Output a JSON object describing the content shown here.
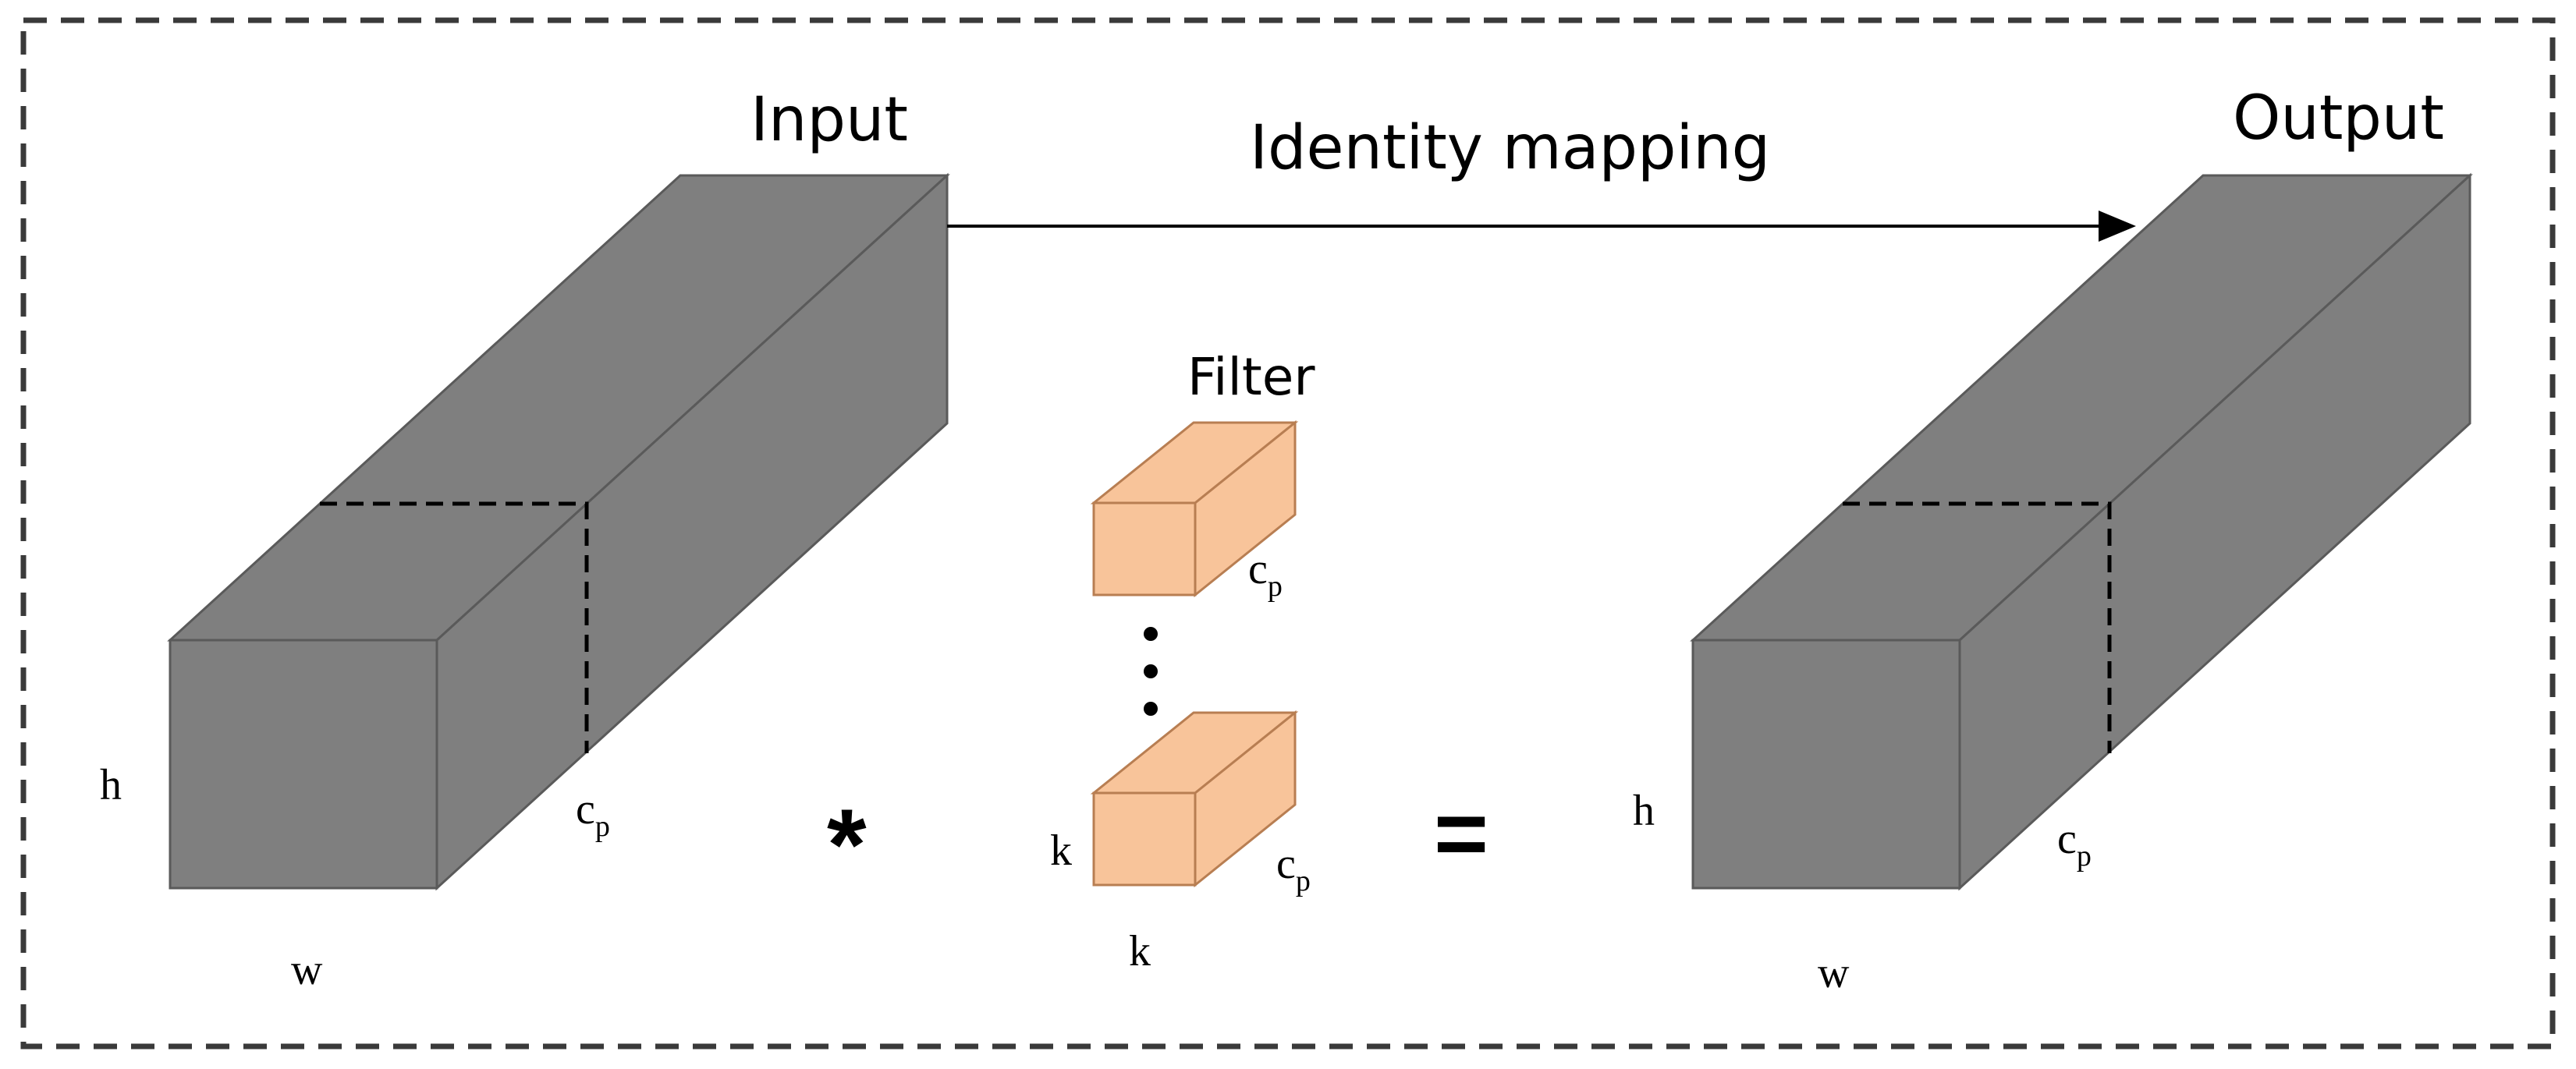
{
  "colors": {
    "tensor_front": "#7f7f7f",
    "tensor_top": "#7f7f7f",
    "tensor_side": "#7f7f7f",
    "tensor_edge": "#5a5a5a",
    "filter_fill": "#f8c49a",
    "filter_edge": "#b87e52",
    "frame": "#3a3a3a"
  },
  "labels": {
    "input": "Input",
    "output": "Output",
    "identity": "Identity mapping",
    "filter": "Filter",
    "conv_op": "*",
    "eq_op": "=",
    "vdots": "⋮"
  },
  "input_tensor": {
    "h": "h",
    "w": "w",
    "c": "c",
    "c_sub": "p"
  },
  "output_tensor": {
    "h": "h",
    "w": "w",
    "c": "c",
    "c_sub": "p"
  },
  "filter_top": {
    "c": "c",
    "c_sub": "p"
  },
  "filter_bottom": {
    "k_side": "k",
    "k_bottom": "k",
    "c": "c",
    "c_sub": "p"
  }
}
